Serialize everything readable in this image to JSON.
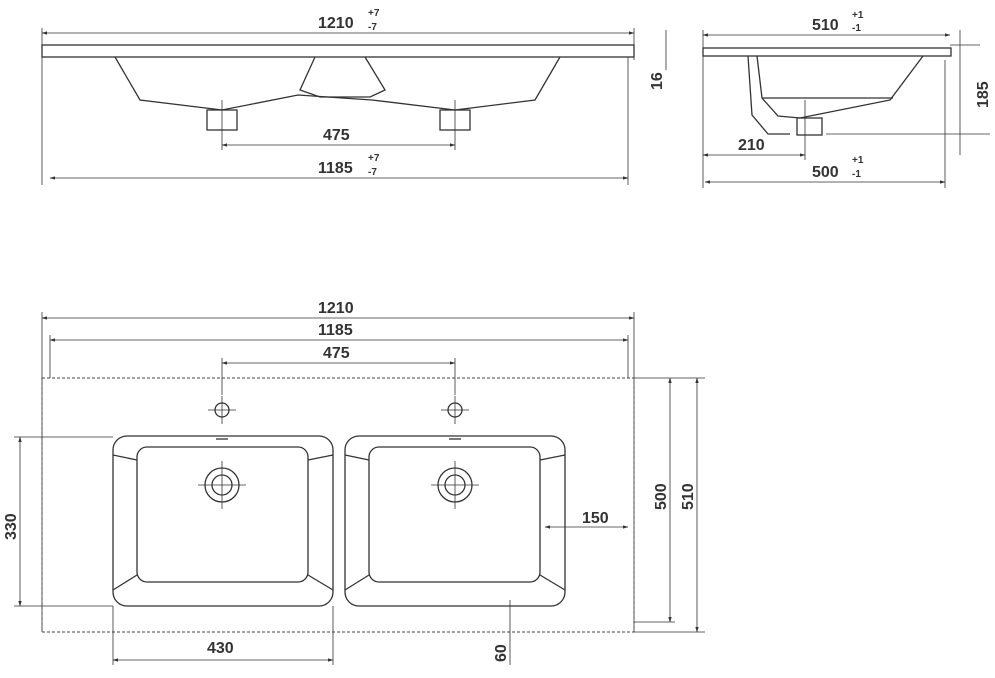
{
  "title": "Double washbasin dimensional drawing",
  "front_view": {
    "overall_width": "1210",
    "overall_tol_plus": "+7",
    "overall_tol_minus": "-7",
    "inner_width": "1185",
    "inner_tol_plus": "+7",
    "inner_tol_minus": "-7",
    "drain_spacing": "475",
    "slab_thickness": "16"
  },
  "side_view": {
    "depth": "510",
    "depth_tol_plus": "+1",
    "depth_tol_minus": "-1",
    "inner_depth": "500",
    "inner_tol_plus": "+1",
    "inner_tol_minus": "-1",
    "drain_offset": "210",
    "height": "185"
  },
  "plan_view": {
    "overall_width": "1210",
    "inner_width": "1185",
    "tap_spacing": "475",
    "basin_depth": "330",
    "basin_width": "430",
    "edge_to_basin": "150",
    "front_offset": "60",
    "inner_depth": "500",
    "overall_depth": "510"
  }
}
